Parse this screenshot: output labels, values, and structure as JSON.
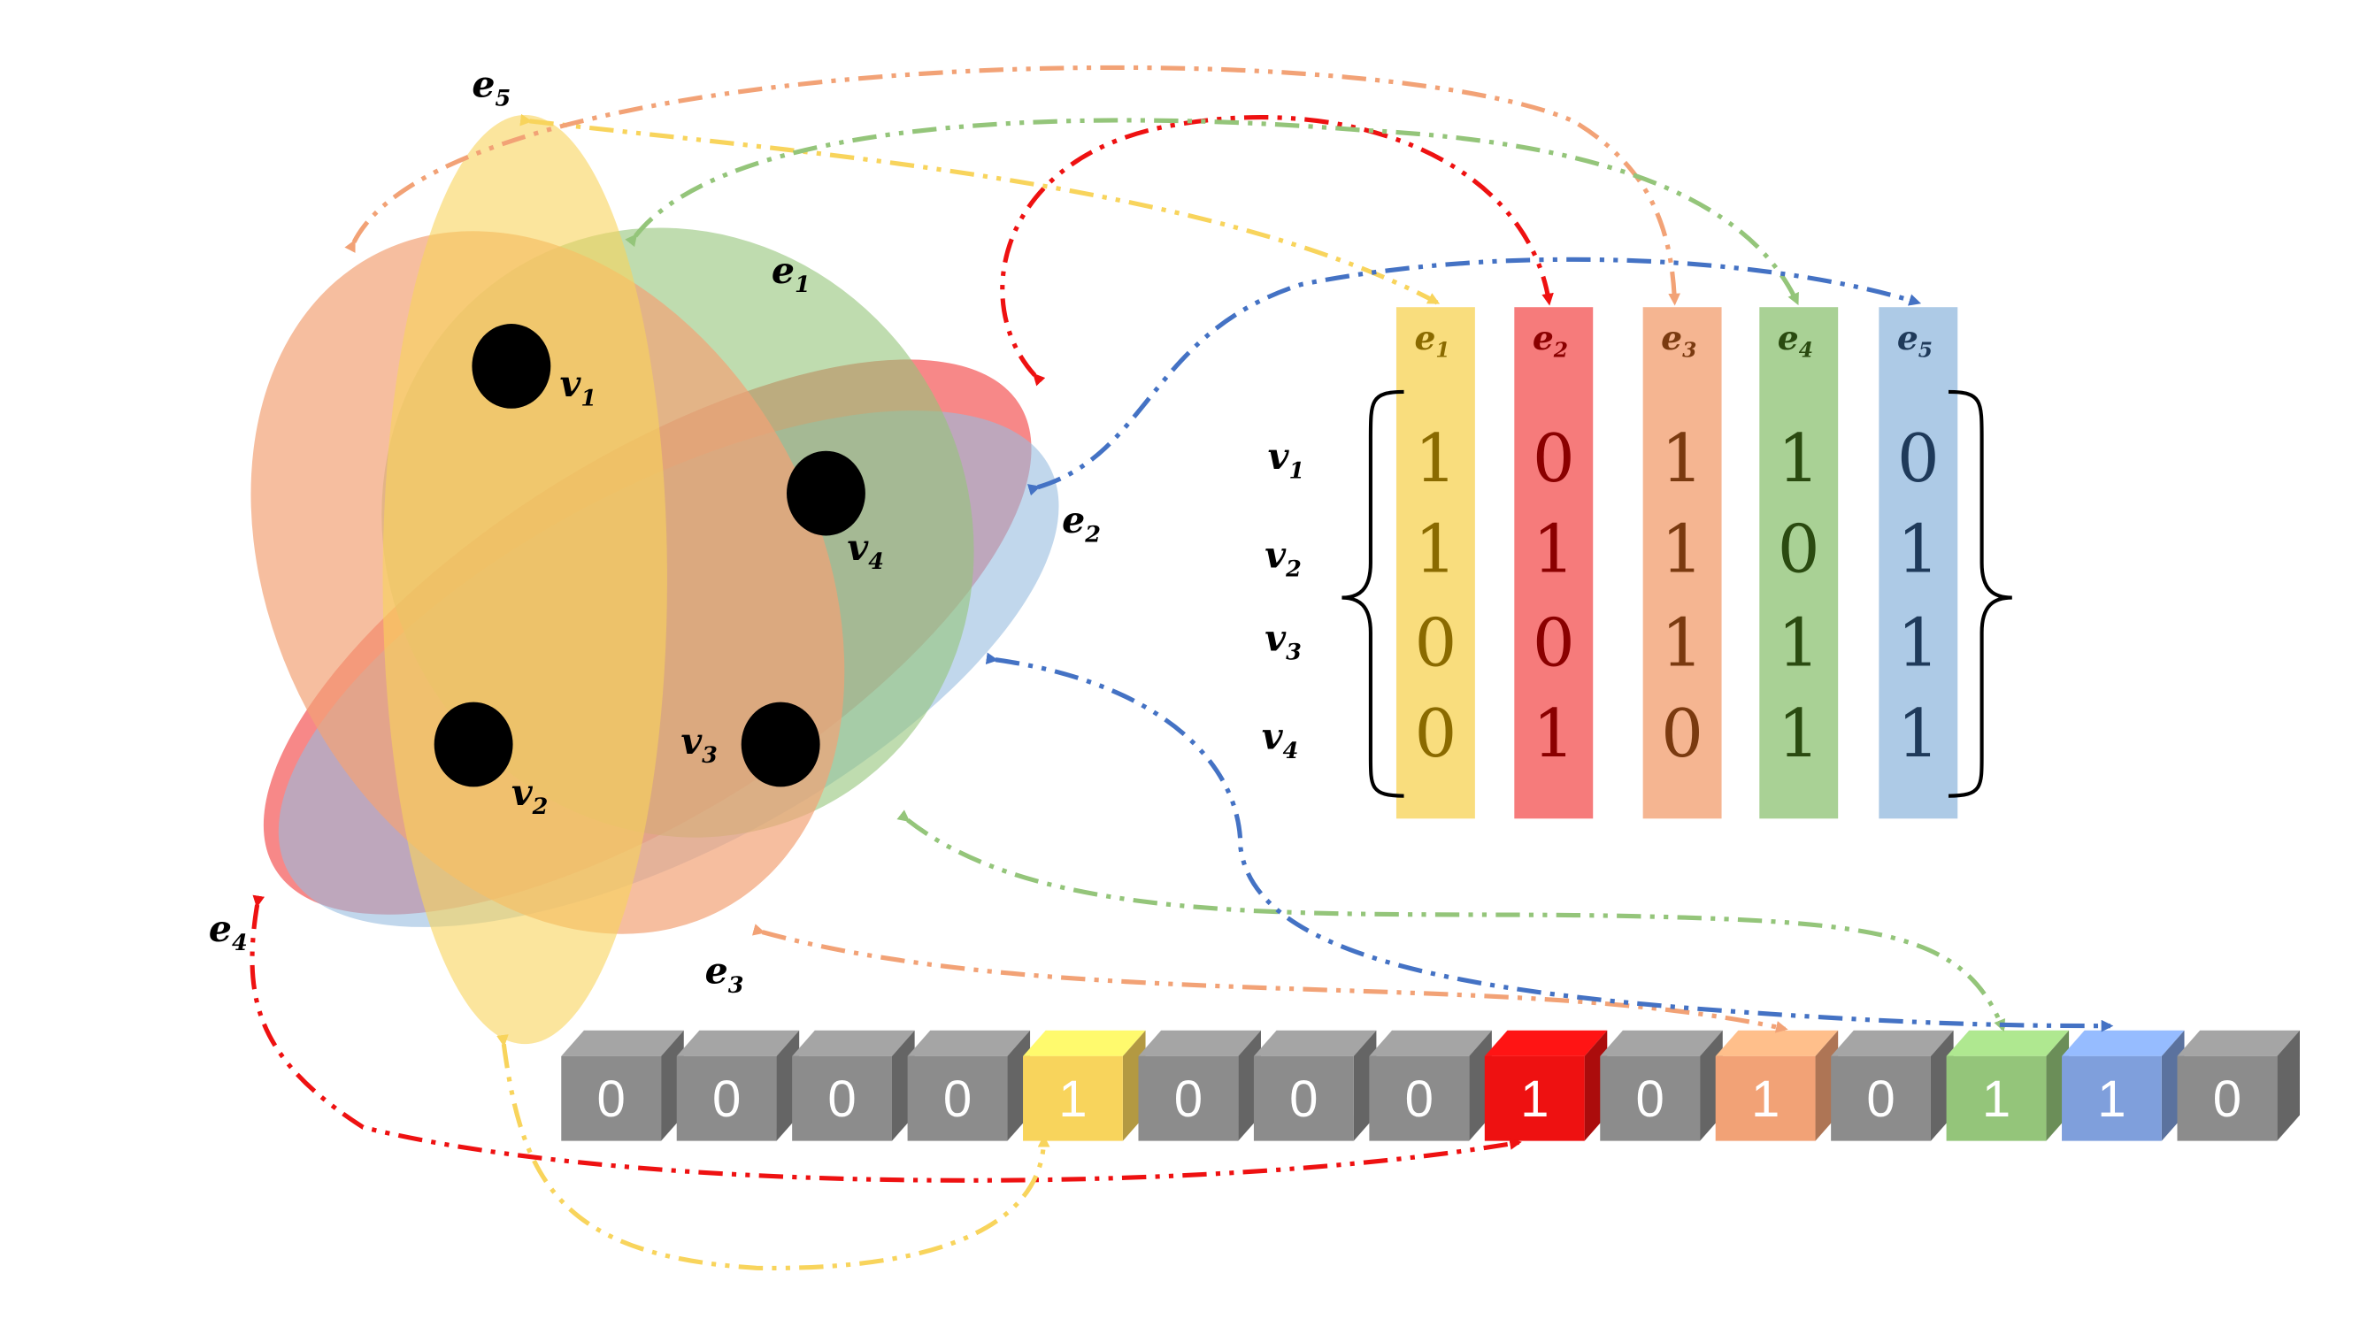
{
  "hyperedges": [
    {
      "id": "e1",
      "letter": "e",
      "sub": "1",
      "color": "#f8d45c",
      "dark": "#8a6a00"
    },
    {
      "id": "e2",
      "letter": "e",
      "sub": "2",
      "color": "#f45a5a",
      "dark": "#8a0000"
    },
    {
      "id": "e3",
      "letter": "e",
      "sub": "3",
      "color": "#f2a276",
      "dark": "#7a3a10"
    },
    {
      "id": "e4",
      "letter": "e",
      "sub": "4",
      "color": "#94c57a",
      "dark": "#2a4a10"
    },
    {
      "id": "e5",
      "letter": "e",
      "sub": "5",
      "color": "#98bde0",
      "dark": "#1f3a5a"
    }
  ],
  "vertices": [
    {
      "id": "v1",
      "letter": "v",
      "sub": "1"
    },
    {
      "id": "v2",
      "letter": "v",
      "sub": "2"
    },
    {
      "id": "v3",
      "letter": "v",
      "sub": "3"
    },
    {
      "id": "v4",
      "letter": "v",
      "sub": "4"
    }
  ],
  "incidence_matrix": [
    [
      "1",
      "0",
      "1",
      "1",
      "0"
    ],
    [
      "1",
      "1",
      "1",
      "0",
      "1"
    ],
    [
      "0",
      "0",
      "1",
      "1",
      "1"
    ],
    [
      "0",
      "1",
      "0",
      "1",
      "1"
    ]
  ],
  "bit_vector": [
    {
      "value": "0",
      "color": "#8c8c8c"
    },
    {
      "value": "0",
      "color": "#8c8c8c"
    },
    {
      "value": "0",
      "color": "#8c8c8c"
    },
    {
      "value": "0",
      "color": "#8c8c8c"
    },
    {
      "value": "1",
      "color": "#f8d45c"
    },
    {
      "value": "0",
      "color": "#8c8c8c"
    },
    {
      "value": "0",
      "color": "#8c8c8c"
    },
    {
      "value": "0",
      "color": "#8c8c8c"
    },
    {
      "value": "1",
      "color": "#ee1111"
    },
    {
      "value": "0",
      "color": "#8c8c8c"
    },
    {
      "value": "1",
      "color": "#f2a276"
    },
    {
      "value": "0",
      "color": "#8c8c8c"
    },
    {
      "value": "1",
      "color": "#94c57a"
    },
    {
      "value": "1",
      "color": "#7f9fdc"
    },
    {
      "value": "0",
      "color": "#8c8c8c"
    }
  ],
  "colors": {
    "red_arrow": "#ee1111",
    "yellow_arrow": "#f8d45c",
    "orange_arrow": "#f2a276",
    "green_arrow": "#94c57a",
    "blue_arrow": "#4472c4",
    "vertex_dot": "#000000"
  }
}
